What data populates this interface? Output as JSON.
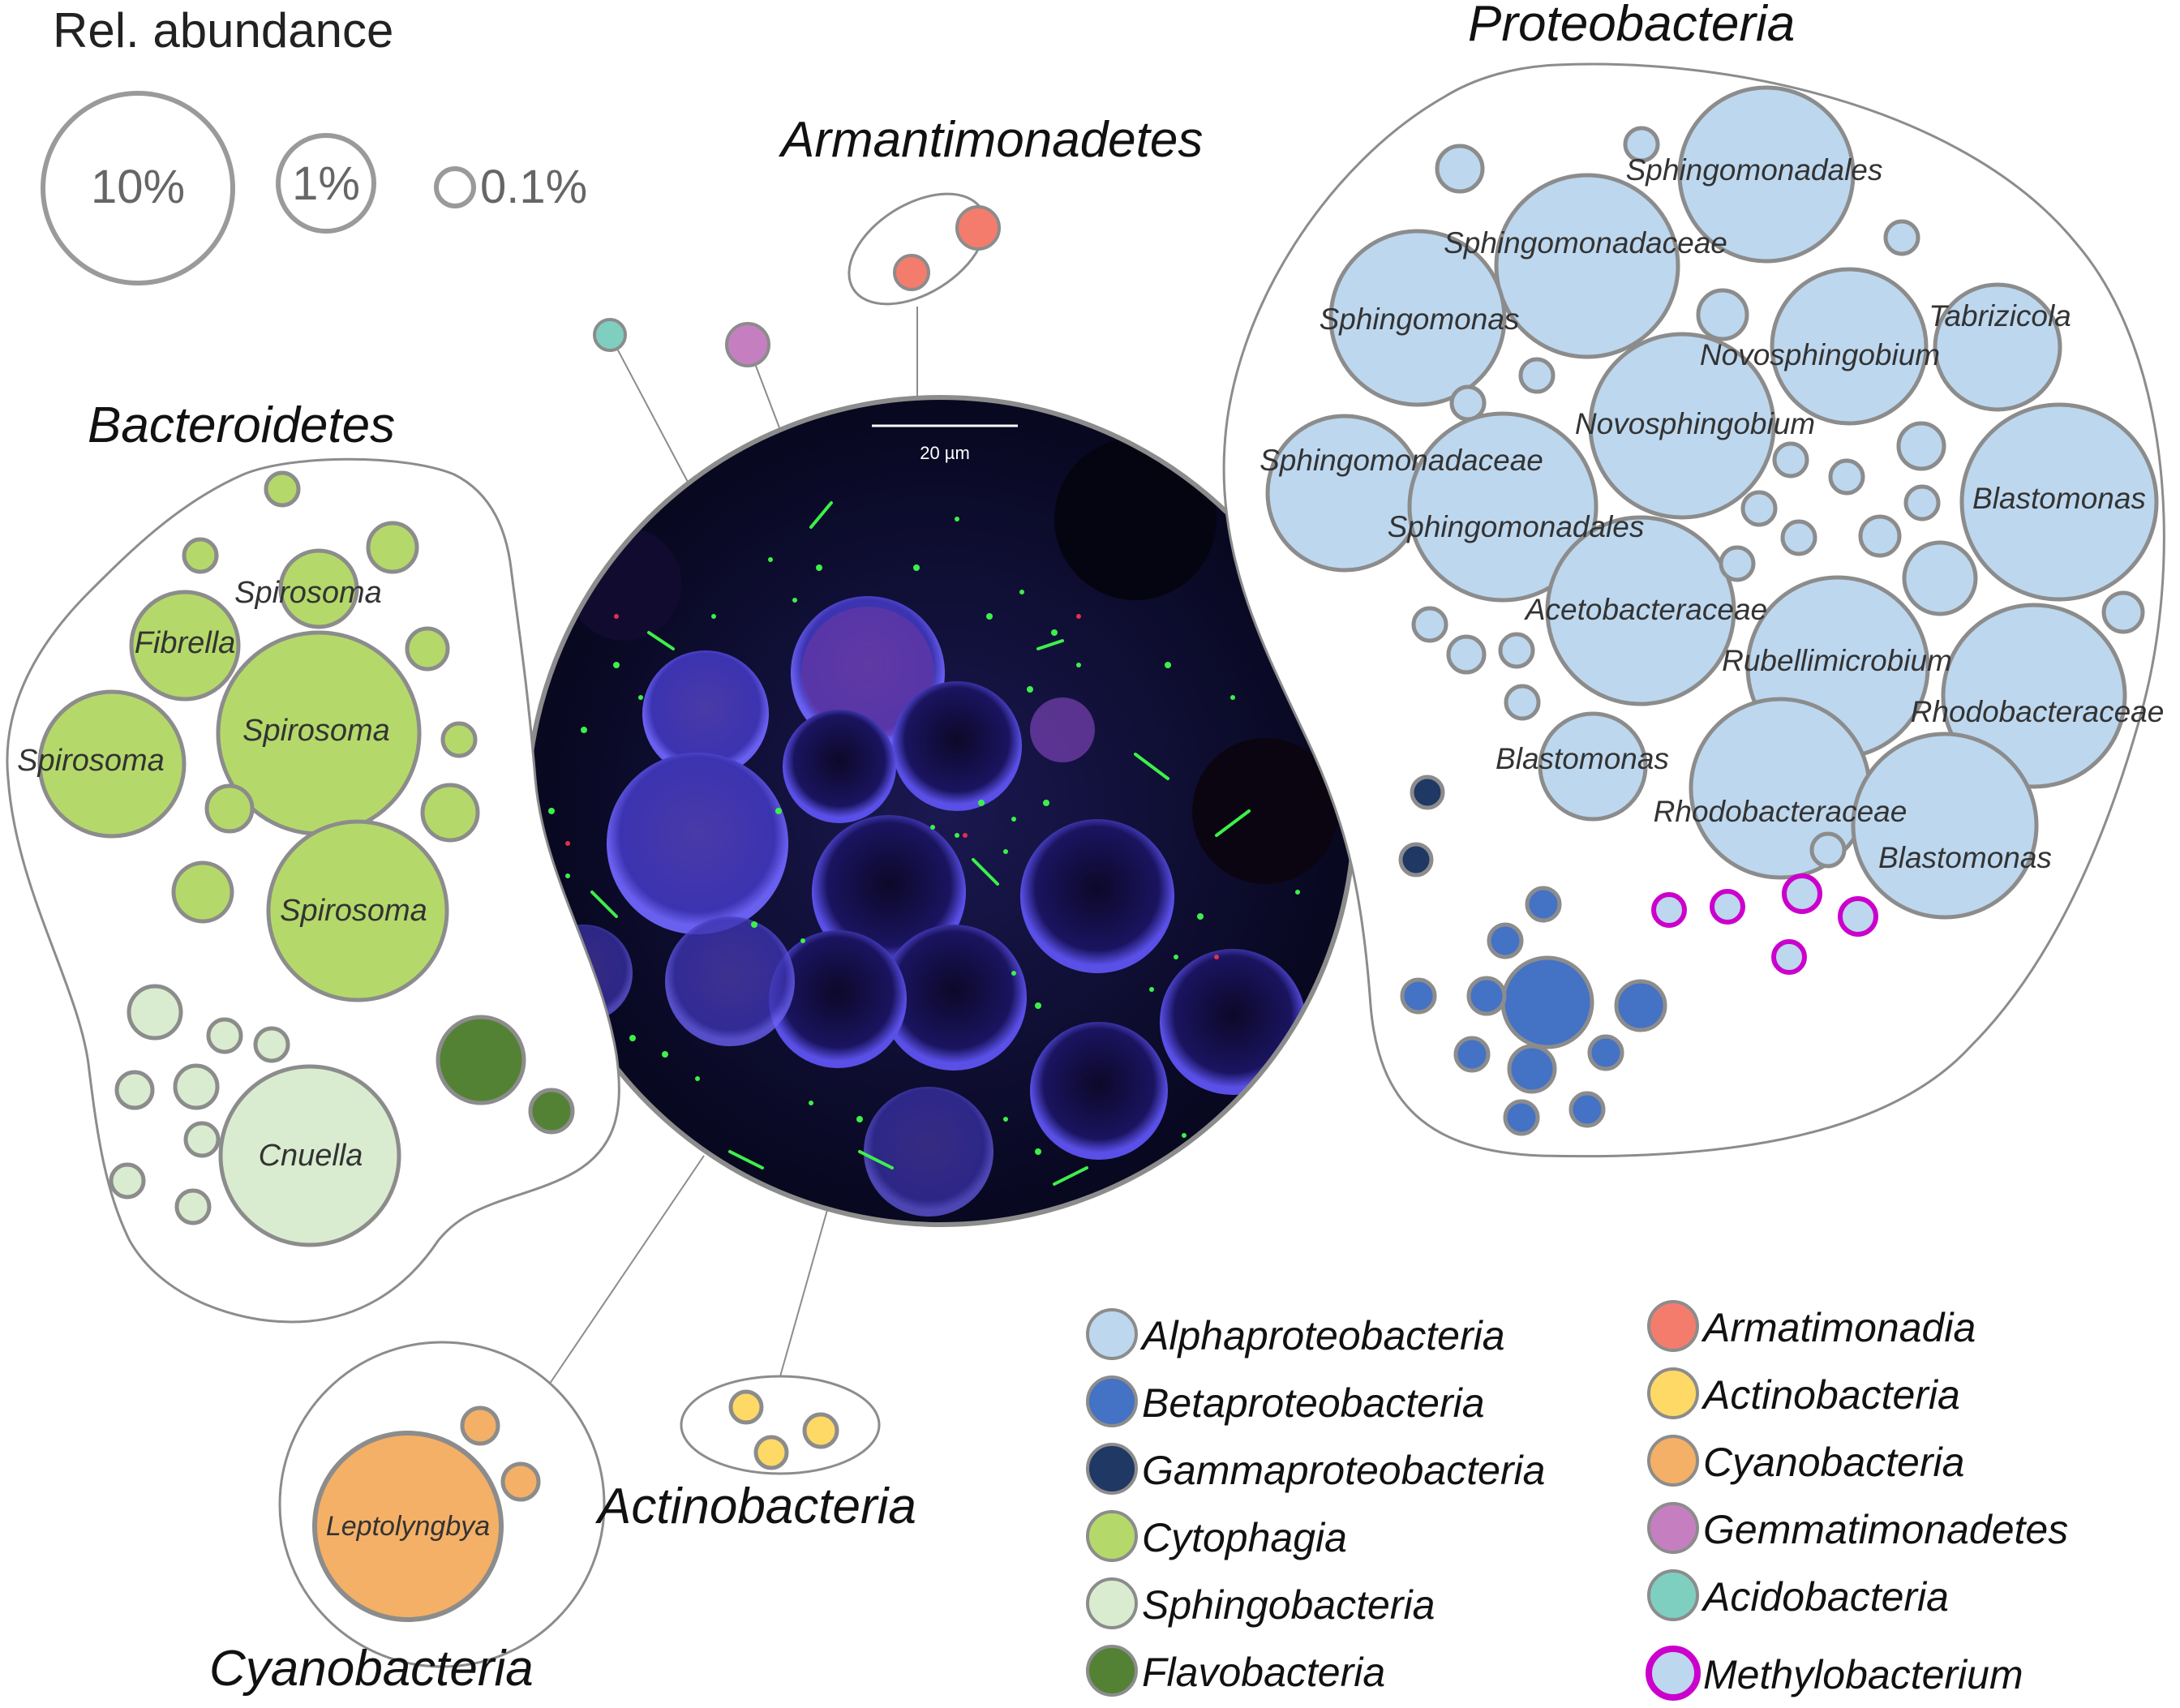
{
  "abundance_legend": {
    "title": "Rel. abundance",
    "items": [
      {
        "label": "10%",
        "value": 10
      },
      {
        "label": "1%",
        "value": 1
      },
      {
        "label": "0.1%",
        "value": 0.1
      }
    ]
  },
  "groups": {
    "proteobacteria": "Proteobacteria",
    "bacteroidetes": "Bacteroidetes",
    "armantimonadetes": "Armantimonadetes",
    "cyanobacteria": "Cyanobacteria",
    "actinobacteria": "Actinobacteria"
  },
  "micrograph": {
    "scale_bar": "20 µm"
  },
  "taxa_labels": {
    "sphingomonadales_1": "Sphingomonadales",
    "sphingomonadaceae_1": "Sphingomonadaceae",
    "sphingomonas": "Sphingomonas",
    "tabrizicola": "Tabrizicola",
    "novosphingobium_1": "Novosphingobium",
    "novosphingobium_2": "Novosphingobium",
    "sphingomonadaceae_2": "Sphingomonadaceae",
    "sphingomonadales_2": "Sphingomonadales",
    "blastomonas_1": "Blastomonas",
    "acetobacteraceae": "Acetobacteraceae",
    "rubellimicrobium": "Rubellimicrobium",
    "rhodobacteraceae_1": "Rhodobacteraceae",
    "blastomonas_2": "Blastomonas",
    "rhodobacteraceae_2": "Rhodobacteraceae",
    "blastomonas_3": "Blastomonas",
    "spirosoma_1": "Spirosoma",
    "fibrella": "Fibrella",
    "spirosoma_2": "Spirosoma",
    "spirosoma_3": "Spirosoma",
    "spirosoma_4": "Spirosoma",
    "cnuella": "Cnuella",
    "leptolyngbya": "Leptolyngbya"
  },
  "class_legend": {
    "col1": [
      {
        "label": "Alphaproteobacteria",
        "color": "#bdd7ee"
      },
      {
        "label": "Betaproteobacteria",
        "color": "#4472c4"
      },
      {
        "label": "Gammaproteobacteria",
        "color": "#1f3864"
      },
      {
        "label": "Cytophagia",
        "color": "#b4d96a"
      },
      {
        "label": "Sphingobacteria",
        "color": "#d9ecd0"
      },
      {
        "label": "Flavobacteria",
        "color": "#548235"
      }
    ],
    "col2": [
      {
        "label": "Armatimonadia",
        "color": "#f47c6c"
      },
      {
        "label": "Actinobacteria",
        "color": "#ffd966"
      },
      {
        "label": "Cyanobacteria",
        "color": "#f4b066"
      },
      {
        "label": "Gemmatimonadetes",
        "color": "#c57fc1"
      },
      {
        "label": "Acidobacteria",
        "color": "#7fcfc0"
      },
      {
        "label": "Methylobacterium",
        "color": "#bdd7ee",
        "ring": "#cc00cc"
      }
    ]
  },
  "colors": {
    "alpha": "#bdd7ee",
    "beta": "#4472c4",
    "gamma": "#1f3864",
    "cytophagia": "#b4d96a",
    "sphingobacteria": "#d9ecd0",
    "flavobacteria": "#548235",
    "armatimonadia": "#f47c6c",
    "actino": "#ffd966",
    "cyano": "#f4b066",
    "gemmati": "#c57fc1",
    "acido": "#7fcfc0",
    "methylo_ring": "#cc00cc",
    "stroke": "#8c8c8c"
  }
}
